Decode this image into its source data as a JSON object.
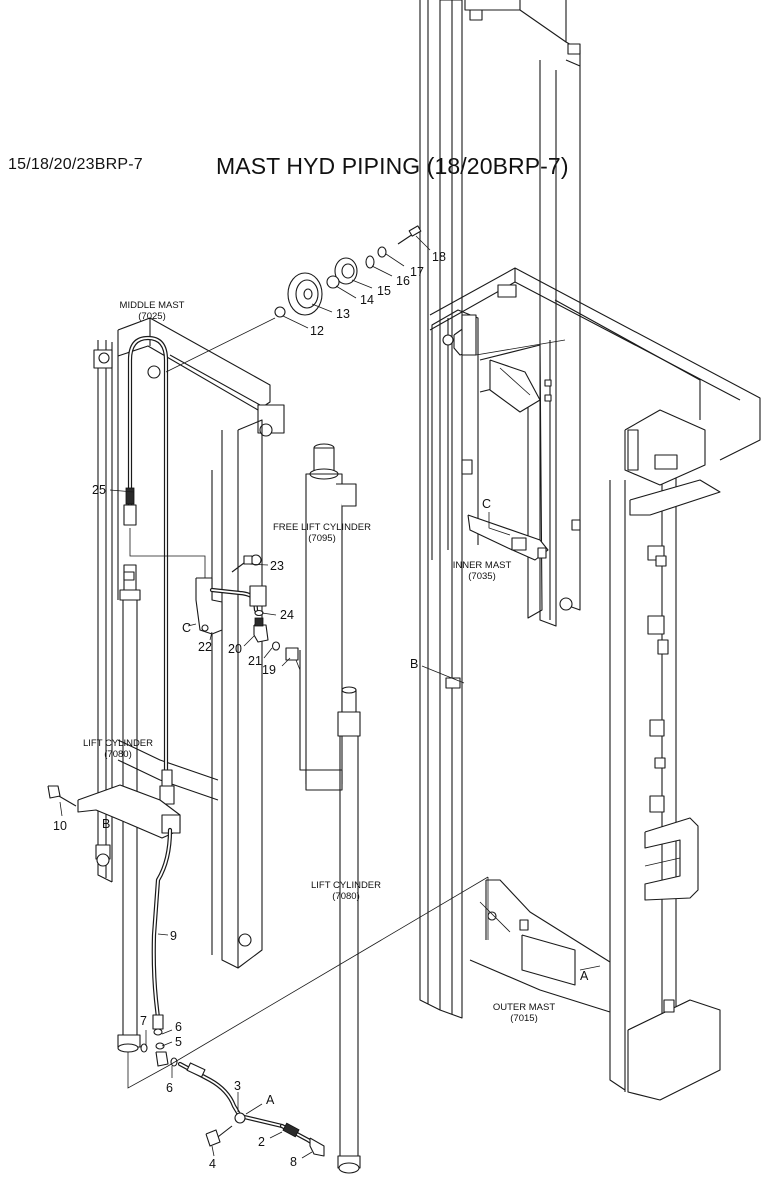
{
  "header": {
    "model_code": "15/18/20/23BRP-7",
    "title": "MAST HYD PIPING (18/20BRP-7)"
  },
  "assemblies": {
    "middle_mast": {
      "name": "MIDDLE MAST",
      "code": "(7025)"
    },
    "free_lift_cylinder": {
      "name": "FREE LIFT CYLINDER",
      "code": "(7095)"
    },
    "inner_mast": {
      "name": "INNER MAST",
      "code": "(7035)"
    },
    "lift_cylinder_left": {
      "name": "LIFT CYLINDER",
      "code": "(7080)"
    },
    "lift_cylinder_center": {
      "name": "LIFT CYLINDER",
      "code": "(7080)"
    },
    "outer_mast": {
      "name": "OUTER MAST",
      "code": "(7015)"
    }
  },
  "reference_letters": {
    "a_upper": "A",
    "a_lower": "A",
    "b_upper": "B",
    "b_lower": "B",
    "c_upper": "C",
    "c_lower": "C"
  },
  "part_numbers": {
    "p2": "2",
    "p3": "3",
    "p4": "4",
    "p5": "5",
    "p6a": "6",
    "p6b": "6",
    "p7": "7",
    "p8": "8",
    "p9": "9",
    "p10": "10",
    "p12": "12",
    "p13": "13",
    "p14": "14",
    "p15": "15",
    "p16": "16",
    "p17": "17",
    "p18": "18",
    "p19": "19",
    "p20": "20",
    "p21": "21",
    "p22": "22",
    "p23": "23",
    "p24": "24",
    "p25": "25"
  }
}
